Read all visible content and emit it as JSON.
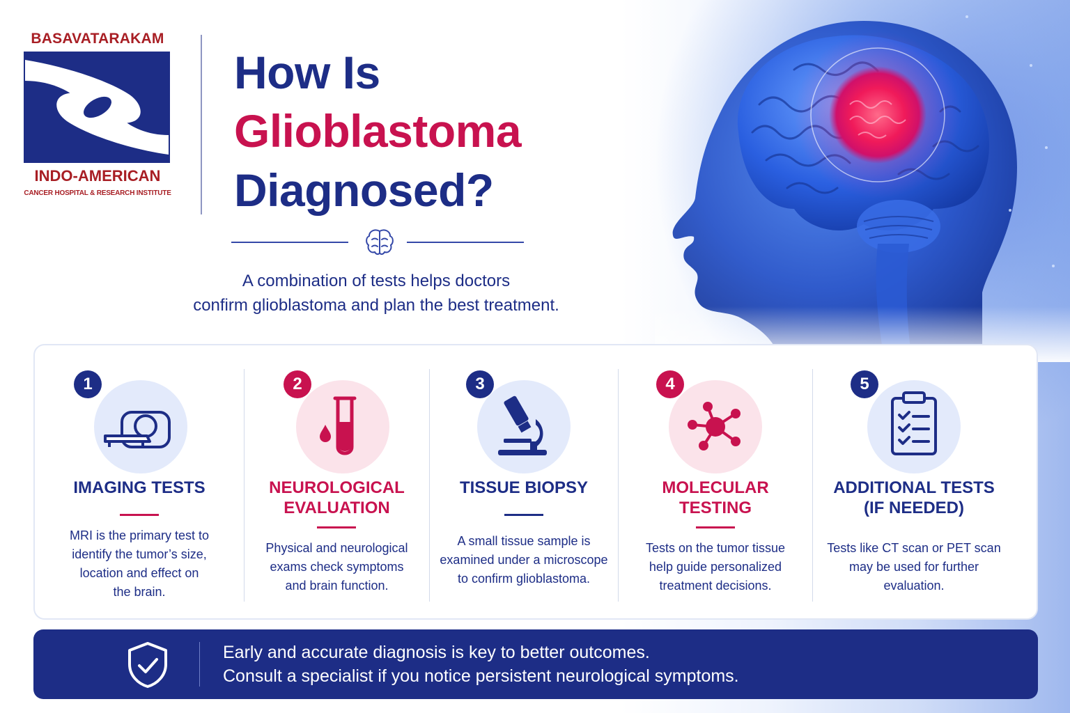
{
  "logo": {
    "top_text": "BASAVATARAKAM",
    "middle_text": "INDO-AMERICAN",
    "bottom_text": "CANCER HOSPITAL & RESEARCH INSTITUTE"
  },
  "title": {
    "line1": "How Is",
    "line2": "Glioblastoma",
    "line3": "Diagnosed?"
  },
  "intro": {
    "line1": "A combination of tests helps doctors",
    "line2": "confirm glioblastoma and plan the best treatment."
  },
  "steps": [
    {
      "number": "1",
      "icon": "mri-scanner-icon",
      "title_line1": "IMAGING TESTS",
      "title_line2": "",
      "desc_line1": "MRI is the primary test to",
      "desc_line2": "identify the tumor’s size,",
      "desc_line3": "location and effect on",
      "desc_line4": "the brain."
    },
    {
      "number": "2",
      "icon": "test-tube-icon",
      "title_line1": "NEUROLOGICAL",
      "title_line2": "EVALUATION",
      "desc_line1": "Physical and neurological",
      "desc_line2": "exams check symptoms",
      "desc_line3": "and brain function."
    },
    {
      "number": "3",
      "icon": "microscope-icon",
      "title_line1": "TISSUE BIOPSY",
      "title_line2": "",
      "desc_line1": "A small tissue sample is",
      "desc_line2": "examined under a microscope",
      "desc_line3": "to confirm glioblastoma."
    },
    {
      "number": "4",
      "icon": "molecule-icon",
      "title_line1": "MOLECULAR",
      "title_line2": "TESTING",
      "desc_line1": "Tests on the tumor tissue",
      "desc_line2": "help guide personalized",
      "desc_line3": "treatment decisions."
    },
    {
      "number": "5",
      "icon": "clipboard-checklist-icon",
      "title_line1": "ADDITIONAL TESTS",
      "title_line2": "(IF NEEDED)",
      "desc_line1": "Tests like CT scan or PET scan",
      "desc_line2": "may be used for further",
      "desc_line3": "evaluation."
    }
  ],
  "banner": {
    "icon": "shield-check-icon",
    "line1": "Early and accurate diagnosis is key to better outcomes.",
    "line2": "Consult a specialist if you notice persistent neurological symptoms."
  },
  "colors": {
    "navy": "#1d2d86",
    "accent_red": "#c8124f",
    "logo_red": "#a81e24",
    "light_blue": "#e3eafb",
    "light_pink": "#fbe3ea"
  }
}
